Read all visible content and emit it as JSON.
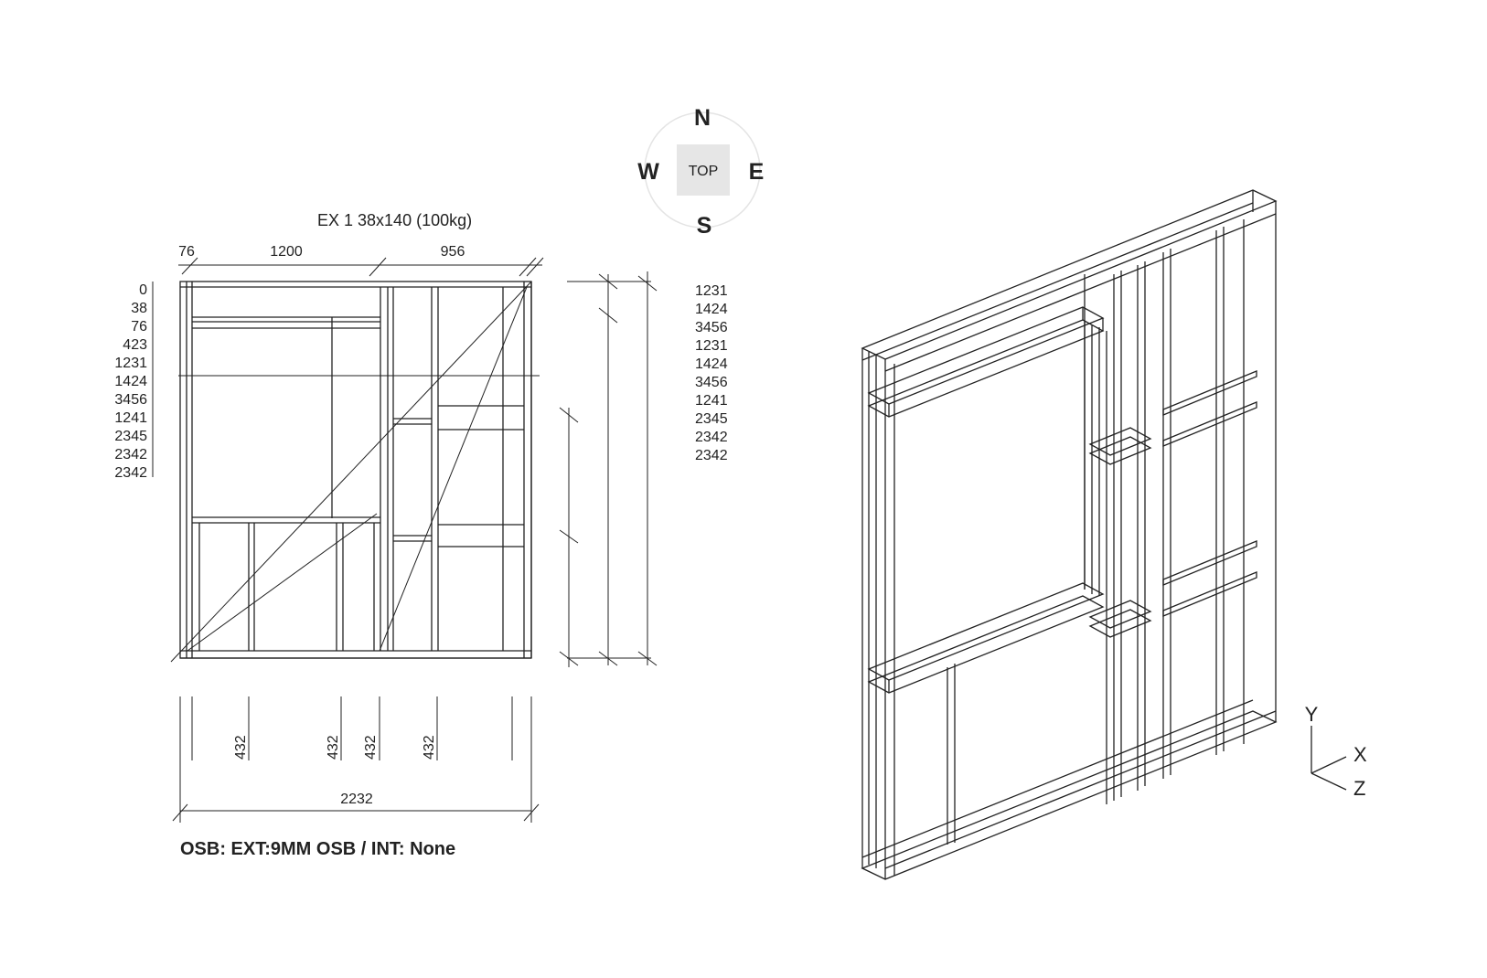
{
  "header": {
    "title": "EX 1 38x140 (100kg)"
  },
  "top_dims": [
    "76",
    "1200",
    "956"
  ],
  "left_dims": [
    "0",
    "38",
    "76",
    "423",
    "1231",
    "1424",
    "3456",
    "1241",
    "2345",
    "2342",
    "2342"
  ],
  "right_dims": [
    "1231",
    "1424",
    "3456",
    "1231",
    "1424",
    "3456",
    "1241",
    "2345",
    "2342",
    "2342"
  ],
  "bottom_dims": {
    "spacings": [
      "432",
      "432",
      "432",
      "432"
    ],
    "total": "2232"
  },
  "footer": {
    "osb": "OSB: EXT:9MM OSB / INT: None"
  },
  "compass": {
    "n": "N",
    "s": "S",
    "e": "E",
    "w": "W",
    "center": "TOP"
  },
  "axes": {
    "x": "X",
    "y": "Y",
    "z": "Z"
  }
}
